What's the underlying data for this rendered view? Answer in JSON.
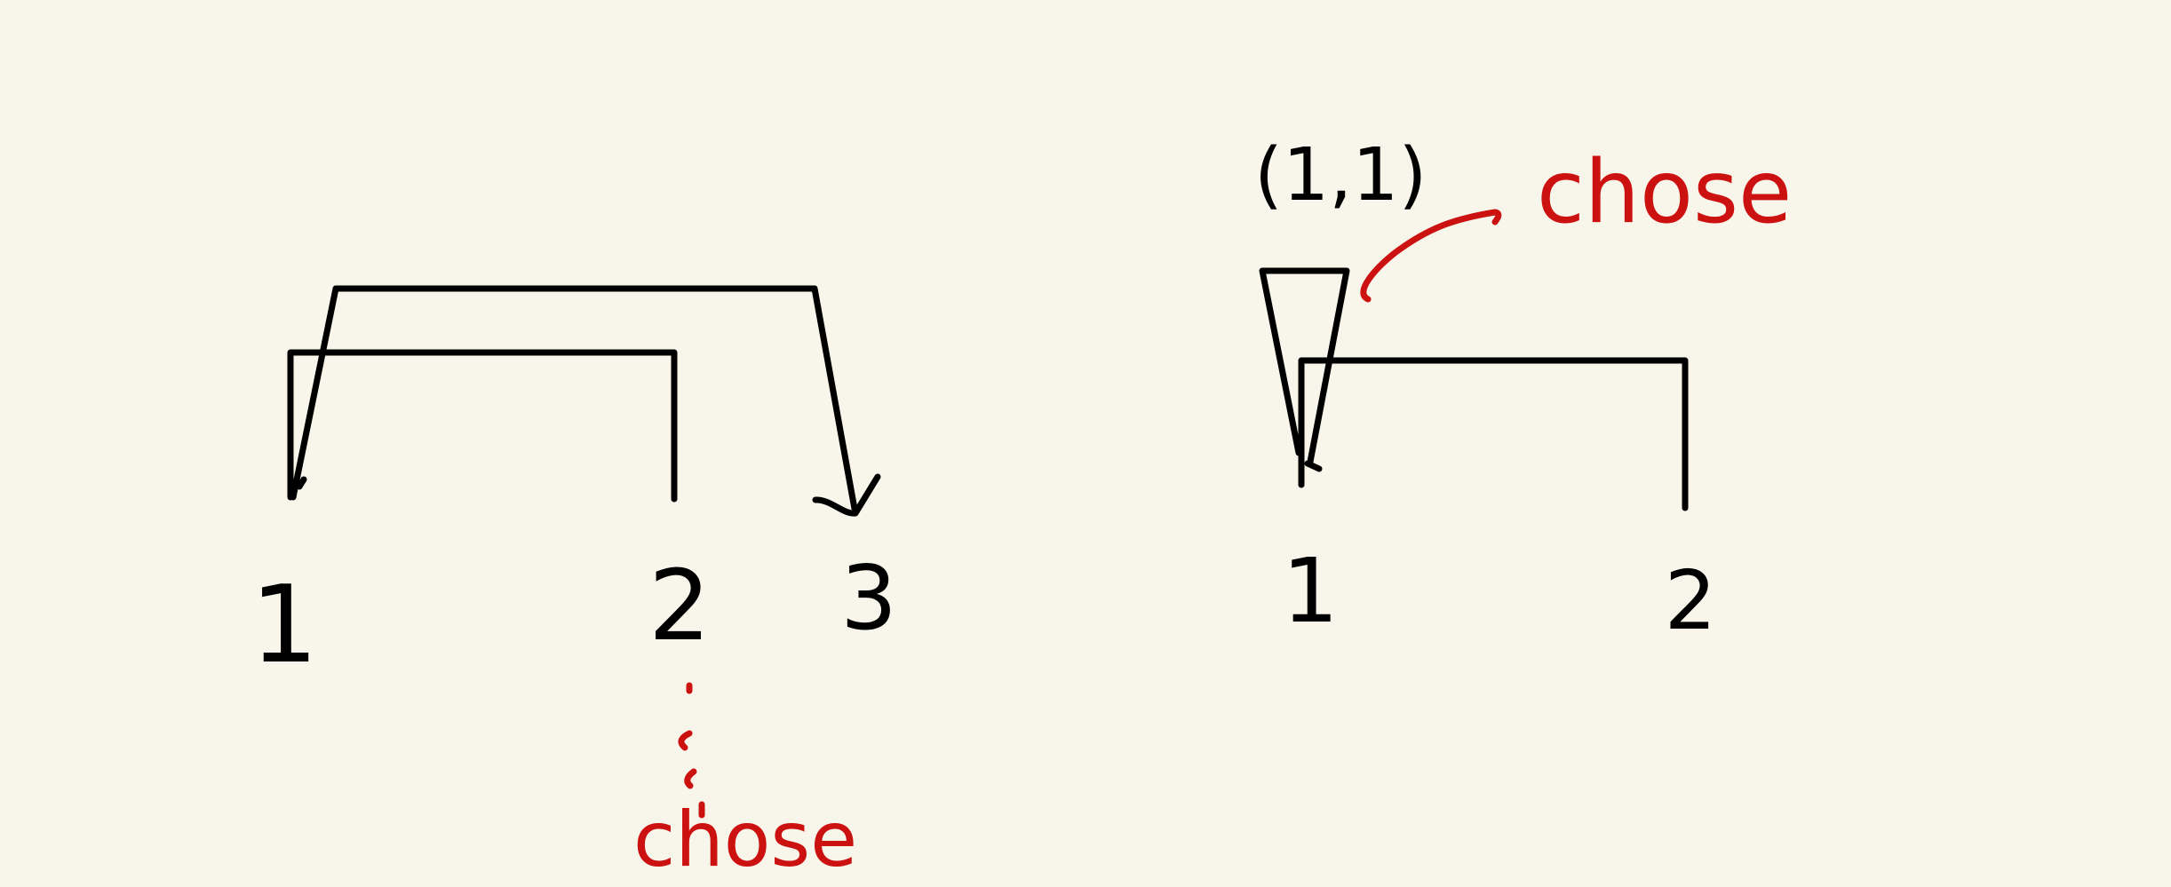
{
  "colors": {
    "background": "#f8f6ea",
    "ink": "#000000",
    "annotation": "#cc1111"
  },
  "left_diagram": {
    "nodes": [
      "1",
      "2",
      "3"
    ],
    "annotation": "chose"
  },
  "right_diagram": {
    "nodes": [
      "1",
      "2"
    ],
    "label": "(1,1)",
    "annotation": "chose"
  }
}
